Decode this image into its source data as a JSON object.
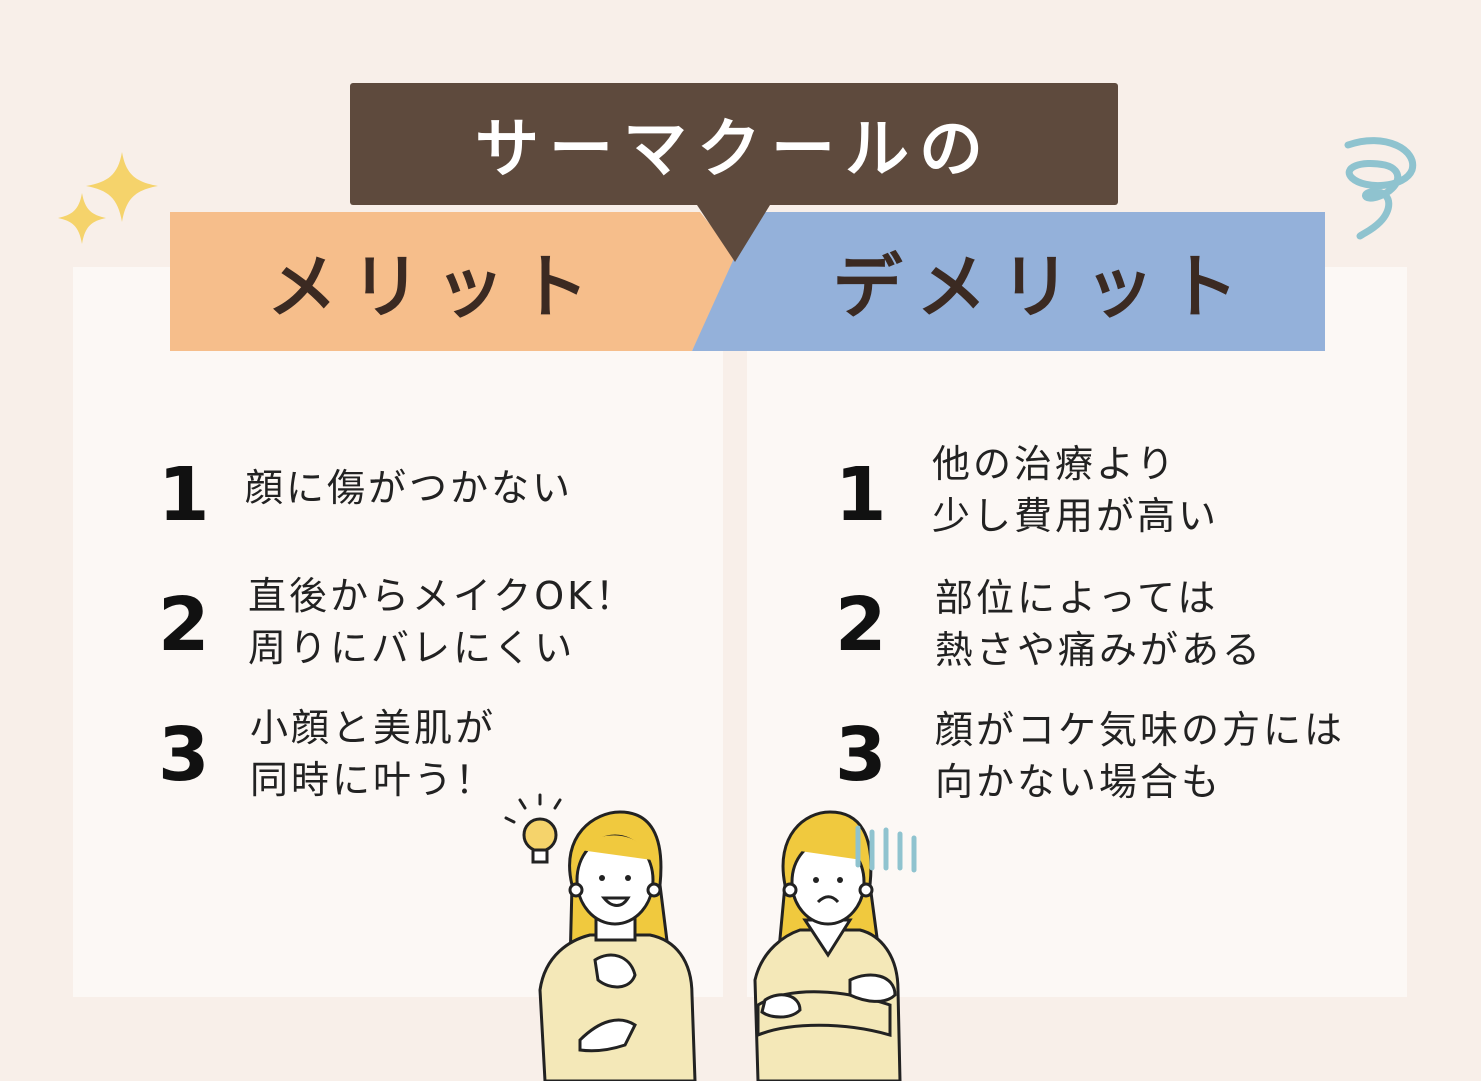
{
  "title": "サーマクールの",
  "merit": {
    "label": "メリット",
    "color": "#f6be8b",
    "items": [
      {
        "number": "1",
        "lines": [
          "顔に傷がつかない"
        ]
      },
      {
        "number": "2",
        "lines": [
          "直後からメイクOK！",
          "周りにバレにくい"
        ]
      },
      {
        "number": "3",
        "lines": [
          "小顔と美肌が",
          "同時に叶う！"
        ]
      }
    ]
  },
  "demerit": {
    "label": "デメリット",
    "color": "#94b1da",
    "items": [
      {
        "number": "1",
        "lines": [
          "他の治療より",
          "少し費用が高い"
        ]
      },
      {
        "number": "2",
        "lines": [
          "部位によっては",
          "熱さや痛みがある"
        ]
      },
      {
        "number": "3",
        "lines": [
          "顔がコケ気味の方には",
          "向かない場合も"
        ]
      }
    ]
  },
  "colors": {
    "background": "#f8efe9",
    "panel": "#fcf8f5",
    "title_bar": "#5e4a3d",
    "sparkle": "#f5d36b",
    "swirl": "#8fc3cf",
    "figure_hair": "#f0c93e",
    "figure_shirt": "#f4e8b8"
  },
  "decorations": [
    "sparkle-icon",
    "swirl-icon",
    "lightbulb-icon",
    "happy-woman-illustration",
    "worried-woman-illustration"
  ]
}
